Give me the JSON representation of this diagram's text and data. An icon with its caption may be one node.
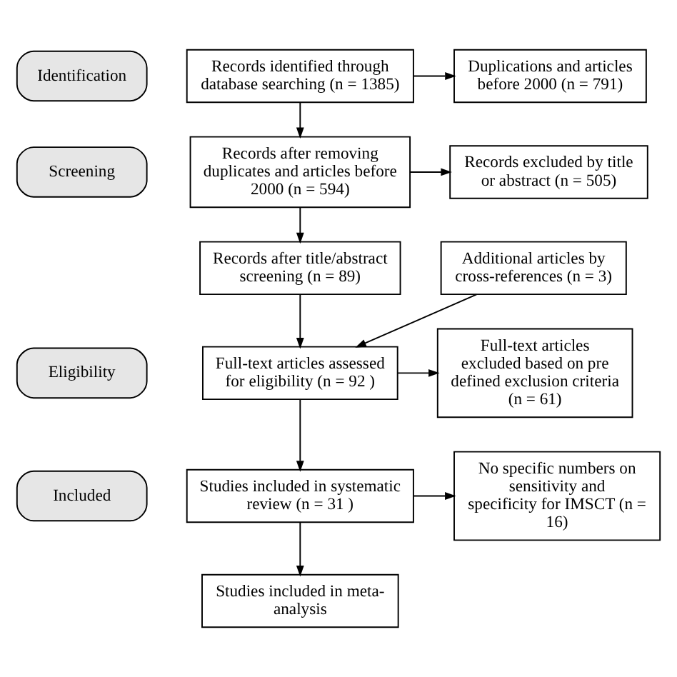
{
  "diagram": {
    "nodes": [
      {
        "text": [
          "Identification"
        ]
      },
      {
        "text": [
          "Screening"
        ]
      },
      {
        "text": [
          "Eligibility"
        ]
      },
      {
        "text": [
          "Included"
        ]
      },
      {
        "text": [
          "Records identified through database searching (n = 1385)"
        ]
      },
      {
        "text": [
          "Duplications and articles before 2000 (n = 791)"
        ]
      },
      {
        "text": [
          "Records after removing duplicates and articles before 2000 (n = 594)"
        ]
      },
      {
        "text": [
          "Records excluded by title or abstract (n = 505)"
        ]
      },
      {
        "text": [
          "Records after title/abstract screening (n = 89)"
        ]
      },
      {
        "text": [
          "Additional articles by cross-references (n = 3)"
        ]
      },
      {
        "text": [
          "Full-text articles assessed for eligibility (n = 92 )"
        ]
      },
      {
        "text": [
          "Full-text articles excluded based on pre defined exclusion criteria (n = 61)"
        ]
      },
      {
        "text": [
          "Studies included in systematic review (n = 31 )"
        ]
      },
      {
        "text": [
          "No specific numbers on sensitivity and specificity for IMSCT (n = 16)"
        ]
      },
      {
        "text": [
          "Studies included in meta-analysis"
        ]
      }
    ],
    "edges": [
      {
        "from": 4,
        "to": 6,
        "arrow": "to"
      },
      {
        "from": 4,
        "to": 5,
        "arrow": "to"
      },
      {
        "from": 6,
        "to": 8,
        "arrow": "to"
      },
      {
        "from": 6,
        "to": 7,
        "arrow": "to"
      },
      {
        "from": 8,
        "to": 10,
        "arrow": "to"
      },
      {
        "from": 9,
        "to": 10,
        "arrow": "to"
      },
      {
        "from": 10,
        "to": 12,
        "arrow": "to"
      },
      {
        "from": 10,
        "to": 11,
        "arrow": "to"
      },
      {
        "from": 12,
        "to": 14,
        "arrow": "to"
      },
      {
        "from": 12,
        "to": 13,
        "arrow": "to"
      }
    ]
  }
}
